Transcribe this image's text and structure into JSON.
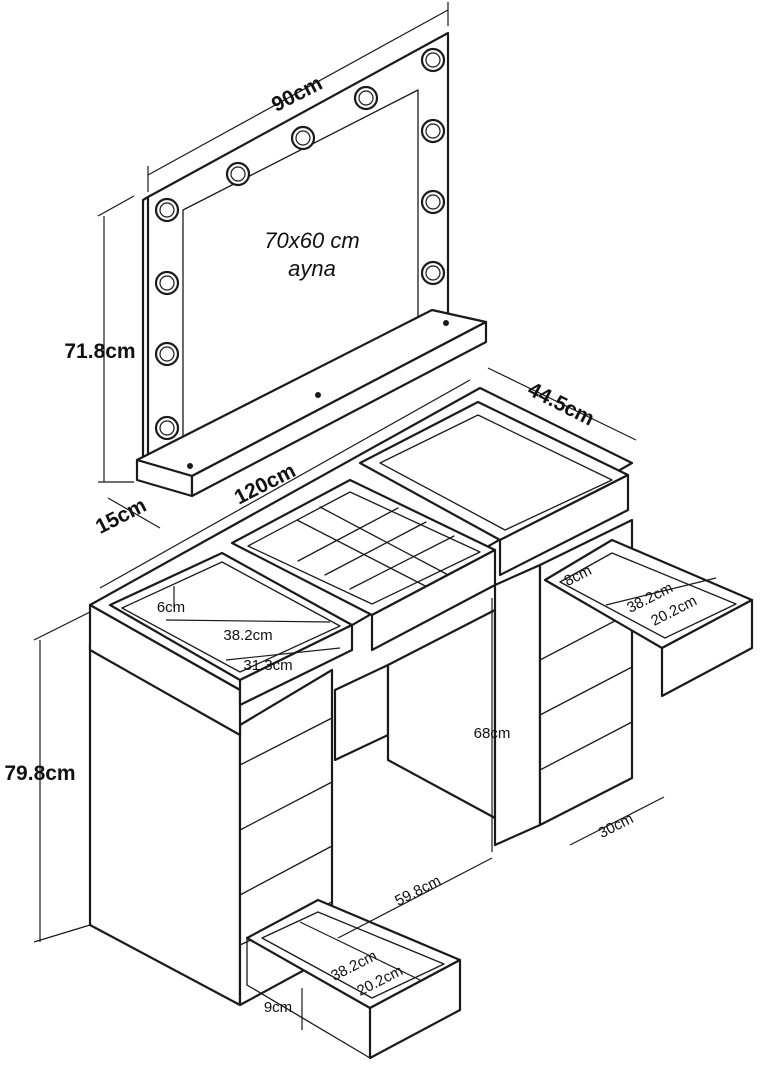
{
  "mirror": {
    "width_label": "90cm",
    "height_label": "71.8cm",
    "depth_label": "15cm",
    "glass_label_line1": "70x60 cm",
    "glass_label_line2": "ayna"
  },
  "table": {
    "width_label": "120cm",
    "depth_label": "44.5cm",
    "height_label": "79.8cm",
    "knee_height_label": "68cm",
    "knee_width_label": "59.8cm",
    "cabinet_width_label": "30cm"
  },
  "top_left_tray": {
    "depth_label": "6cm",
    "width_label": "38.2cm",
    "length_label": "31.3cm"
  },
  "right_drawer": {
    "depth_label": "8cm",
    "width_label": "38.2cm",
    "length_label": "20.2cm"
  },
  "bottom_drawer": {
    "depth_label": "9cm",
    "width_label": "38.2cm",
    "length_label": "20.2cm"
  }
}
